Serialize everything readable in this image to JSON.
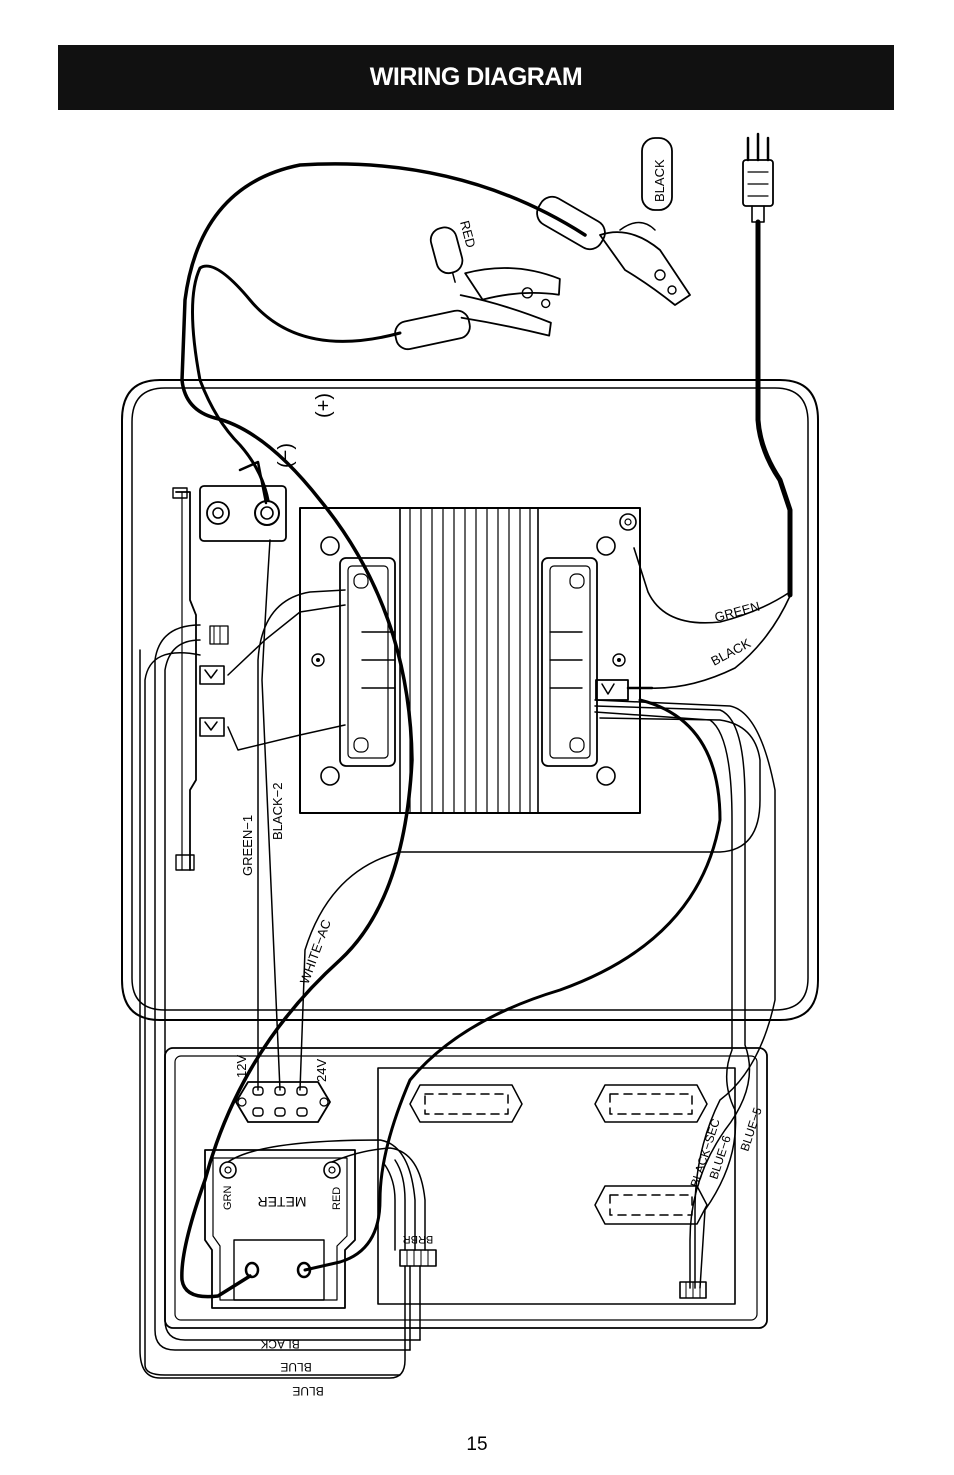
{
  "header": {
    "title": "WIRING DIAGRAM"
  },
  "labels": {
    "clamp_black": "BLACK",
    "clamp_red": "RED",
    "terminal_negative": "(−)",
    "terminal_positive": "(+)",
    "wire_green_ac": "GREEN",
    "wire_black_ac": "BLACK",
    "wire_green_1": "GREEN−1",
    "wire_black_2": "BLACK−2",
    "wire_white_ac": "WHITE−AC",
    "switch_12v": "12V",
    "switch_24v": "24V",
    "meter": "METER",
    "meter_grn": "GRN",
    "meter_red": "RED",
    "connector_brbr": "BRBR",
    "wire_black_sec": "BLACK−SEC",
    "wire_blue_6": "BLUE−6",
    "wire_blue_5": "BLUE−5",
    "bottom_black": "BLACK",
    "bottom_blue_1": "BLUE",
    "bottom_blue_2": "BLUE"
  },
  "footer": {
    "page_number": "15"
  }
}
